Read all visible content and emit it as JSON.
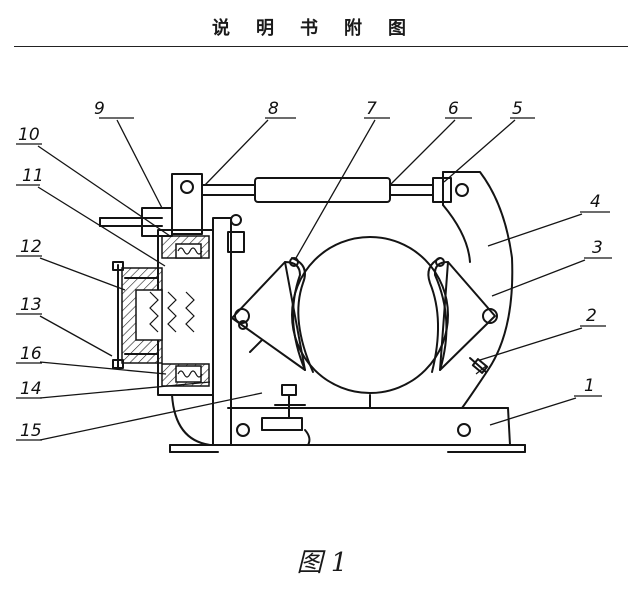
{
  "header": {
    "title": "说明书附图"
  },
  "figure": {
    "caption": "图 1",
    "part_labels": [
      "1",
      "2",
      "3",
      "4",
      "5",
      "6",
      "7",
      "8",
      "9",
      "10",
      "11",
      "12",
      "13",
      "14",
      "15",
      "16"
    ]
  }
}
